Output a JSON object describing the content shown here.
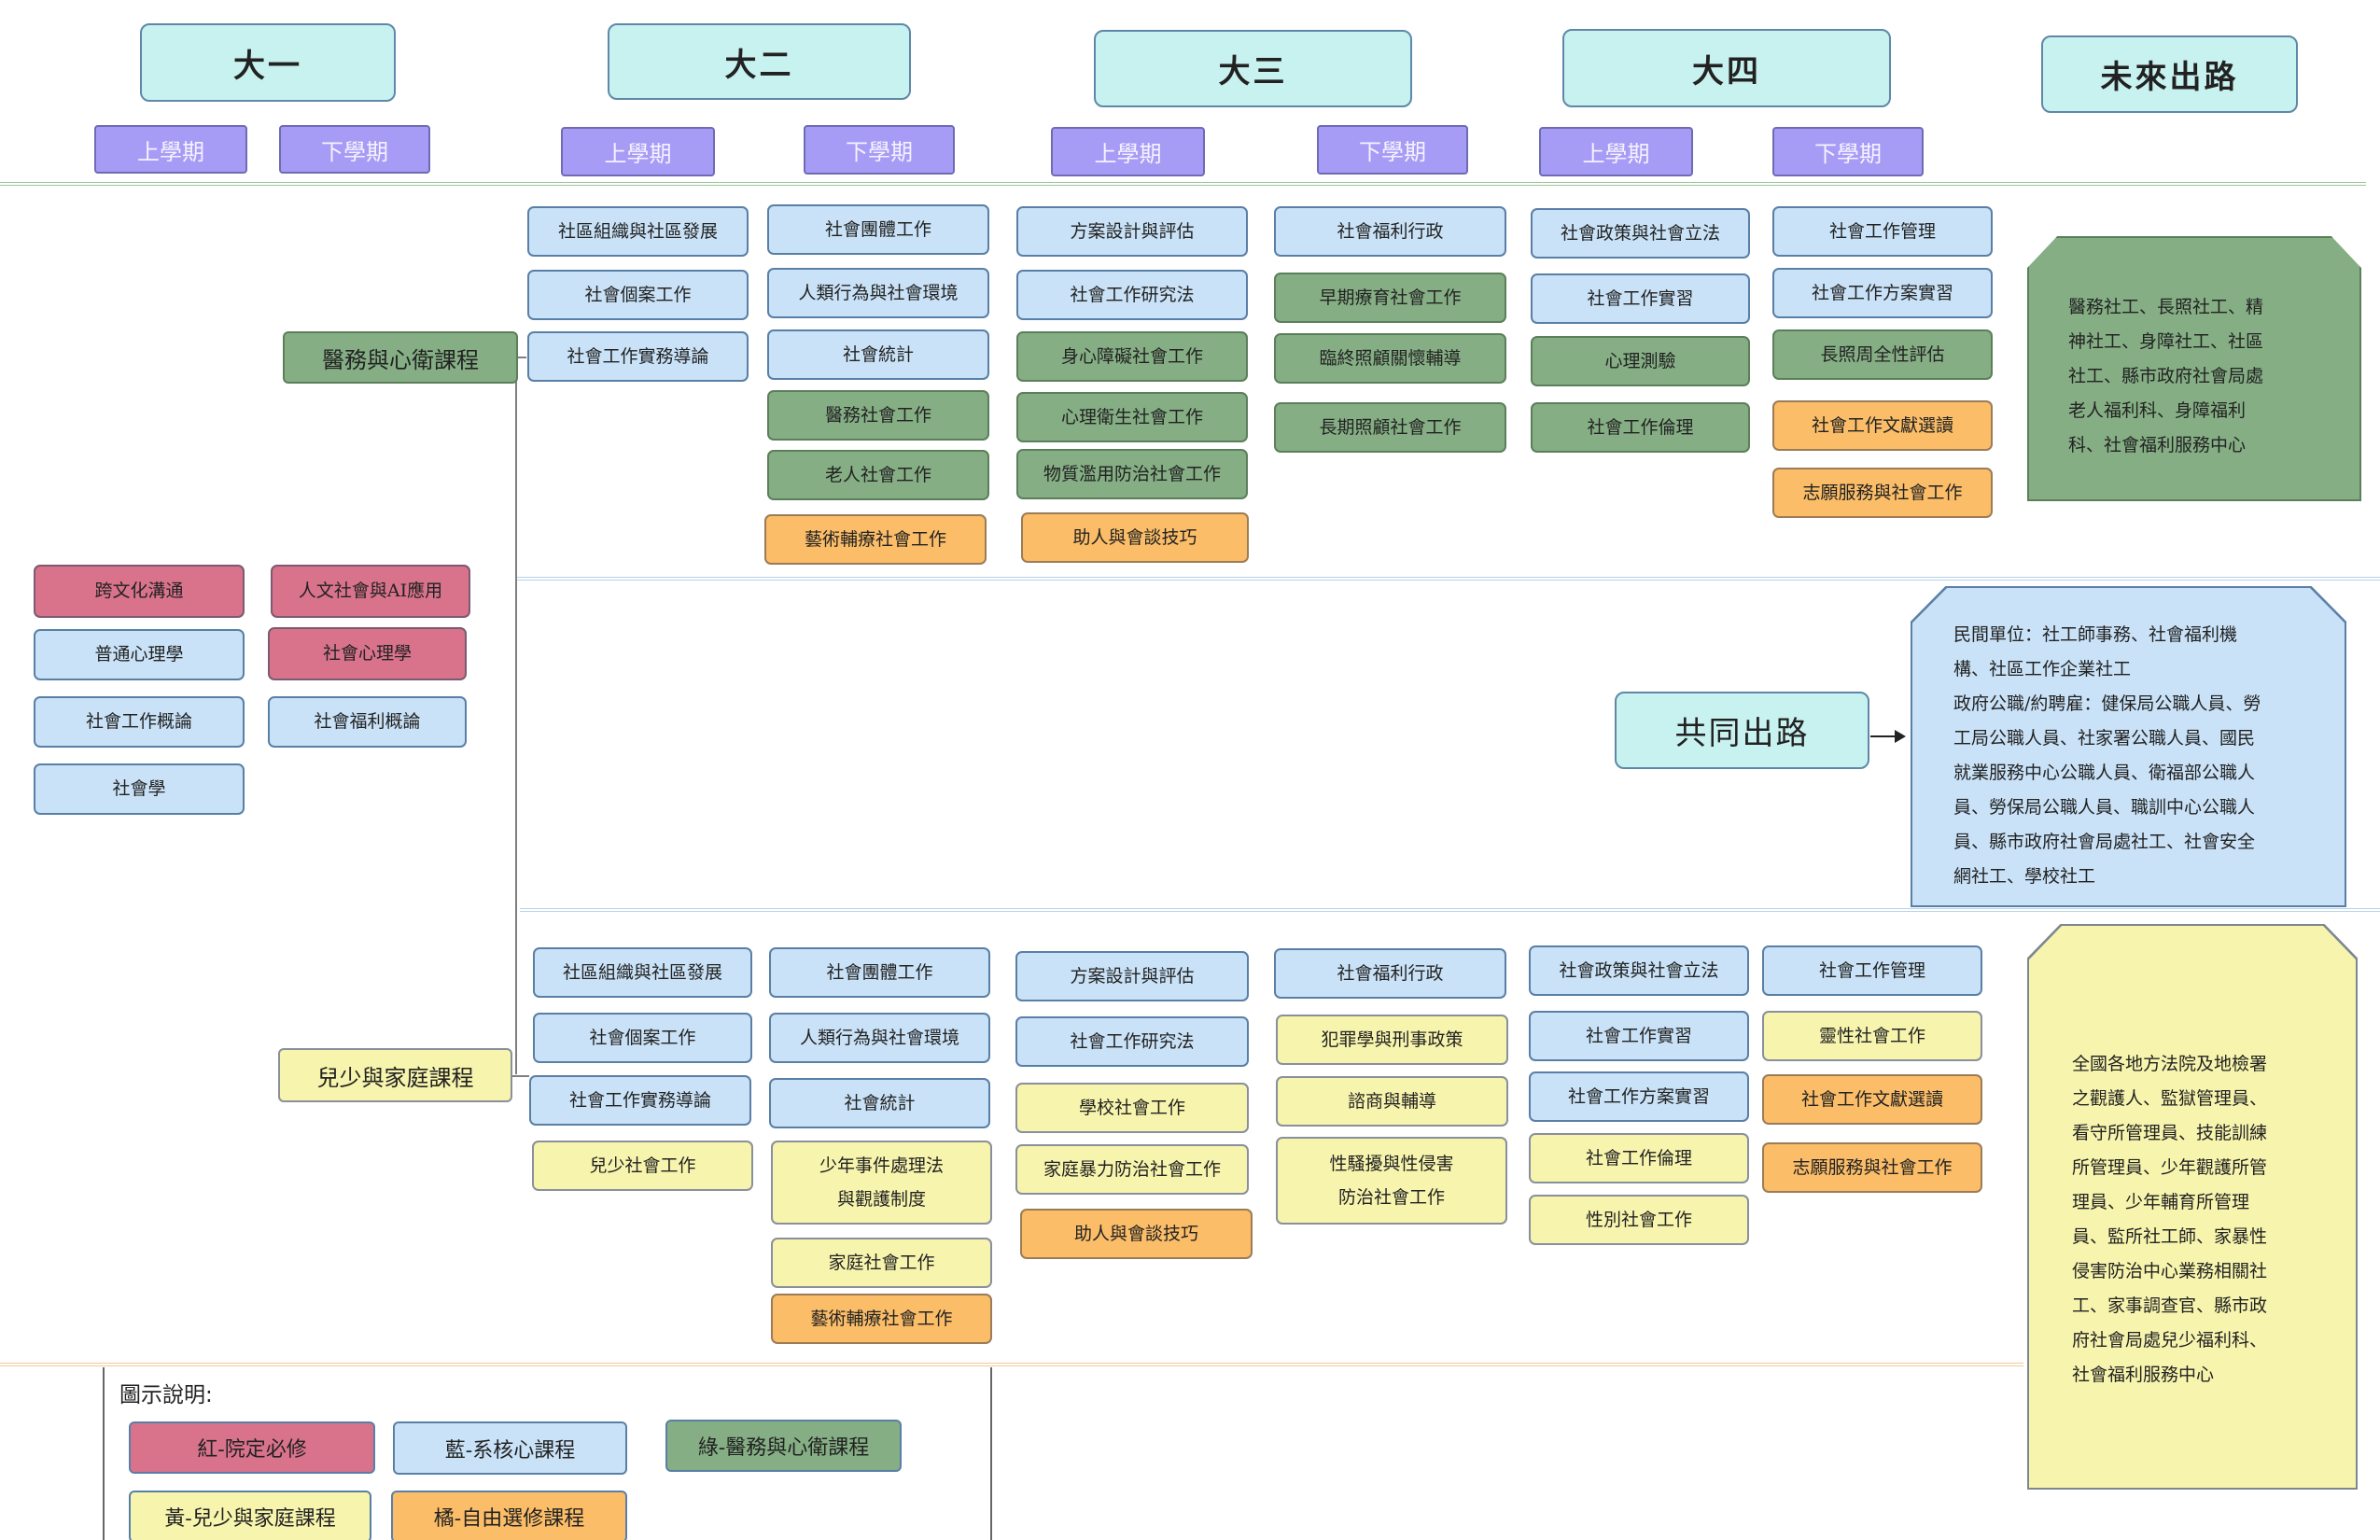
{
  "years": {
    "y1": "大一",
    "y2": "大二",
    "y3": "大三",
    "y4": "大四",
    "future": "未來出路"
  },
  "semesters": {
    "upper": "上學期",
    "lower": "下學期"
  },
  "tracks": {
    "medical": "醫務與心衛課程",
    "family": "兒少與家庭課程",
    "common_path": "共同出路"
  },
  "year1": {
    "upper": [
      "跨文化溝通",
      "普通心理學",
      "社會工作概論",
      "社會學"
    ],
    "lower": [
      "人文社會與AI應用",
      "社會心理學",
      "社會福利概論"
    ]
  },
  "medical": {
    "y2_upper": [
      "社區組織與社區發展",
      "社會個案工作",
      "社會工作實務導論"
    ],
    "y2_lower": [
      "社會團體工作",
      "人類行為與社會環境",
      "社會統計",
      "醫務社會工作",
      "老人社會工作",
      "藝術輔療社會工作"
    ],
    "y3_upper": [
      "方案設計與評估",
      "社會工作研究法",
      "身心障礙社會工作",
      "心理衛生社會工作",
      "物質濫用防治社會工作",
      "助人與會談技巧"
    ],
    "y3_lower": [
      "社會福利行政",
      "早期療育社會工作",
      "臨終照顧關懷輔導",
      "長期照顧社會工作"
    ],
    "y4_upper": [
      "社會政策與社會立法",
      "社會工作實習",
      "心理測驗",
      "社會工作倫理"
    ],
    "y4_lower": [
      "社會工作管理",
      "社會工作方案實習",
      "長照周全性評估",
      "社會工作文獻選讀",
      "志願服務與社會工作"
    ]
  },
  "family": {
    "y2_upper": [
      "社區組織與社區發展",
      "社會個案工作",
      "社會工作實務導論",
      "兒少社會工作"
    ],
    "y2_lower": [
      "社會團體工作",
      "人類行為與社會環境",
      "社會統計",
      "少年事件處理法",
      "與觀護制度",
      "家庭社會工作",
      "藝術輔療社會工作"
    ],
    "y3_upper": [
      "方案設計與評估",
      "社會工作研究法",
      "學校社會工作",
      "家庭暴力防治社會工作",
      "助人與會談技巧"
    ],
    "y3_lower": [
      "社會福利行政",
      "犯罪學與刑事政策",
      "諮商與輔導",
      "性騷擾與性侵害",
      "防治社會工作"
    ],
    "y4_upper": [
      "社會政策與社會立法",
      "社會工作實習",
      "社會工作方案實習",
      "社會工作倫理",
      "性別社會工作"
    ],
    "y4_lower": [
      "社會工作管理",
      "靈性社會工作",
      "社會工作文獻選讀",
      "志願服務與社會工作"
    ]
  },
  "careers": {
    "medical": [
      "醫務社工、長照社工、精",
      "神社工、身障社工、社區",
      "社工、縣市政府社會局處",
      "老人福利科、身障福利",
      "科、社會福利服務中心"
    ],
    "common": [
      "民間單位：社工師事務、社會福利機",
      "構、社區工作企業社工",
      "政府公職/約聘雇：健保局公職人員、勞",
      "工局公職人員、社家署公職人員、國民",
      "就業服務中心公職人員、衛福部公職人",
      "員、勞保局公職人員、職訓中心公職人",
      "員、縣市政府社會局處社工、社會安全",
      "網社工、學校社工"
    ],
    "family": [
      "全國各地方法院及地檢署",
      "之觀護人、監獄管理員、",
      "看守所管理員、技能訓練",
      "所管理員、少年觀護所管",
      "理員、少年輔育所管理",
      "員、監所社工師、家暴性",
      "侵害防治中心業務相關社",
      "工、家事調查官、縣市政",
      "府社會局處兒少福利科、",
      "社會福利服務中心"
    ]
  },
  "legend": {
    "title": "圖示說明:",
    "red": "紅-院定必修",
    "blue": "藍-系核心課程",
    "green": "綠-醫務與心衛課程",
    "yellow": "黃-兒少與家庭課程",
    "orange": "橘-自由選修課程"
  },
  "colors": {
    "red": "#d9738c",
    "blue": "#c9e2f7",
    "green": "#85ae84",
    "yellow": "#f7f4ad",
    "orange": "#fbbd68",
    "year": "#c8f2f0",
    "semester": "#a79cf5"
  }
}
